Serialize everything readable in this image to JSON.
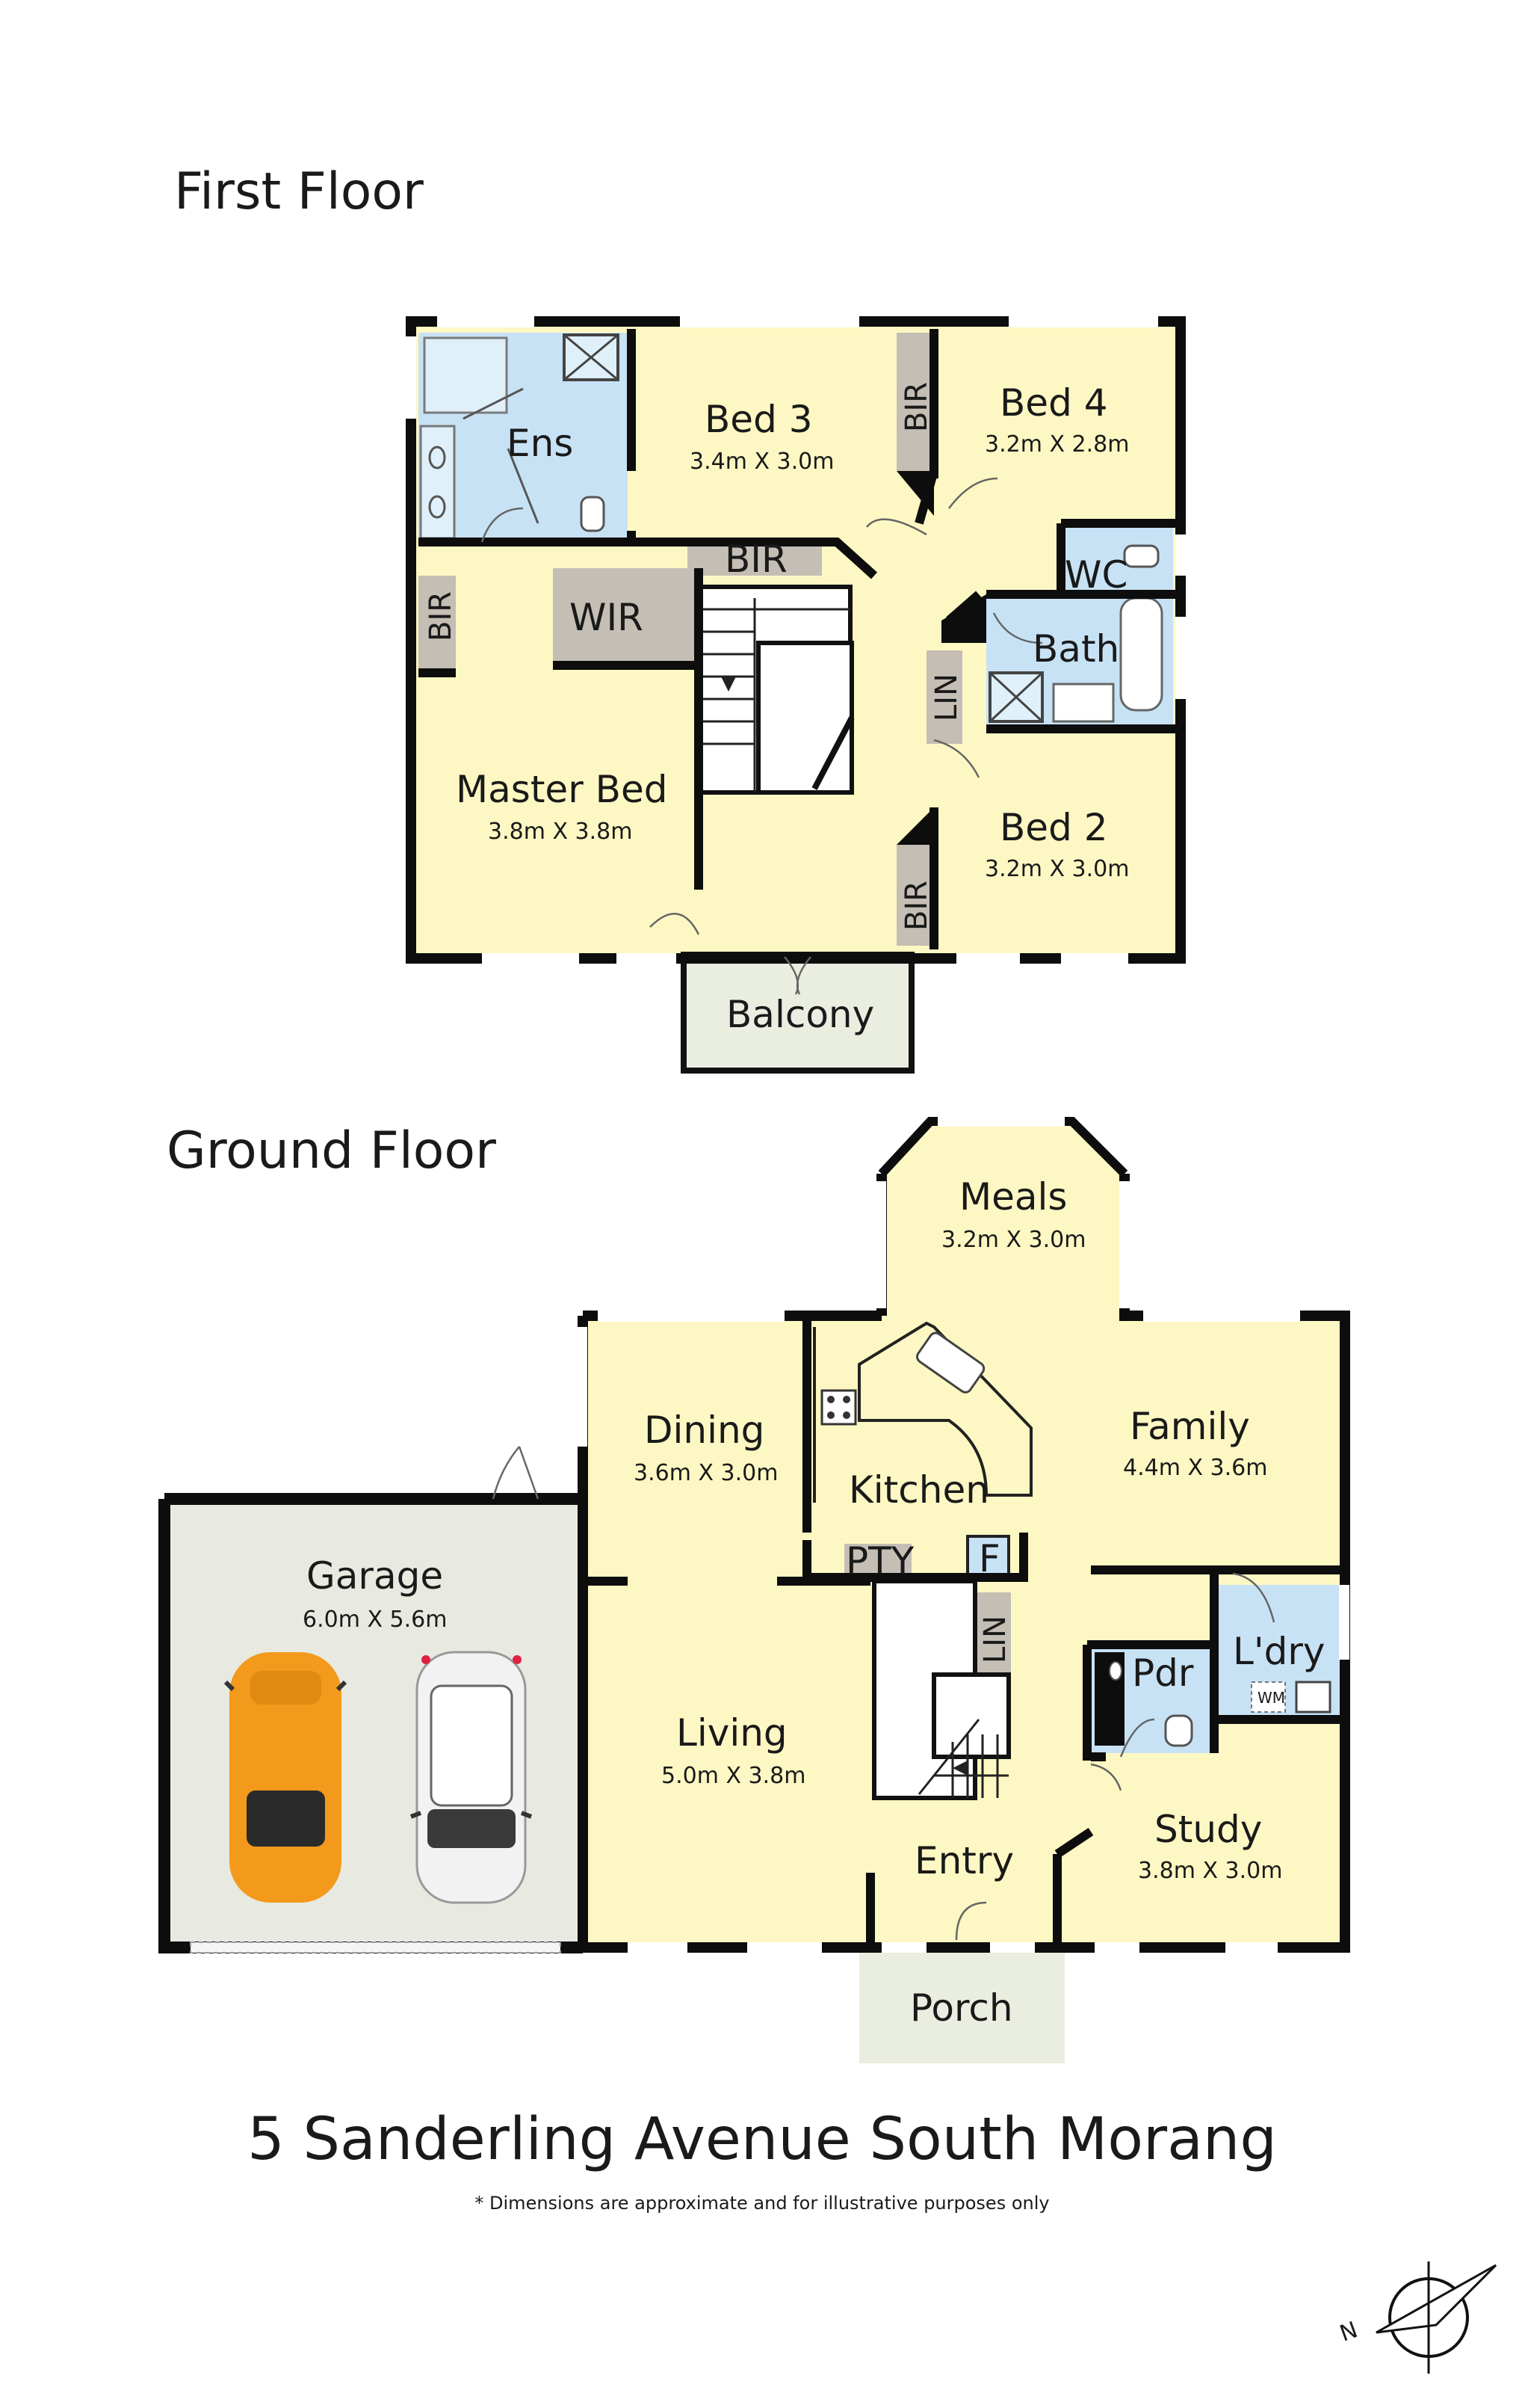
{
  "floors": {
    "first": {
      "heading": "First Floor"
    },
    "ground": {
      "heading": "Ground Floor"
    }
  },
  "rooms": {
    "ens": {
      "name": "Ens"
    },
    "bed3": {
      "name": "Bed 3",
      "dim": "3.4m X 3.0m"
    },
    "bed4": {
      "name": "Bed 4",
      "dim": "3.2m X 2.8m"
    },
    "wc": {
      "name": "WC"
    },
    "bath": {
      "name": "Bath"
    },
    "wir": {
      "name": "WIR"
    },
    "master": {
      "name": "Master Bed",
      "dim": "3.8m X 3.8m"
    },
    "bed2": {
      "name": "Bed 2",
      "dim": "3.2m X 3.0m"
    },
    "balcony": {
      "name": "Balcony"
    },
    "meals": {
      "name": "Meals",
      "dim": "3.2m X 3.0m"
    },
    "dining": {
      "name": "Dining",
      "dim": "3.6m X 3.0m"
    },
    "kitchen": {
      "name": "Kitchen"
    },
    "family": {
      "name": "Family",
      "dim": "4.4m X 3.6m"
    },
    "garage": {
      "name": "Garage",
      "dim": "6.0m X 5.6m"
    },
    "living": {
      "name": "Living",
      "dim": "5.0m X 3.8m"
    },
    "ldry": {
      "name": "L'dry"
    },
    "pdr": {
      "name": "Pdr"
    },
    "study": {
      "name": "Study",
      "dim": "3.8m X 3.0m"
    },
    "entry": {
      "name": "Entry"
    },
    "porch": {
      "name": "Porch"
    }
  },
  "storage": {
    "bir_first_left": "BIR",
    "bir_first_top": "BIR",
    "bir_bed4": "BIR",
    "bir_bed2": "BIR",
    "lin_first": "LIN",
    "pty": "PTY",
    "fridge": "F",
    "lin_ground": "LIN",
    "wm": "WM"
  },
  "footer": {
    "address": "5 Sanderling Avenue South Morang",
    "disclaimer": "* Dimensions are approximate and for illustrative purposes only",
    "compass_label": "N"
  },
  "colors": {
    "room_fill": "#fdf8c3",
    "wet_fill": "#c8e2f5",
    "storage_fill": "#c4beb5",
    "outdoor_fill": "#eaeee1",
    "garage_fill": "#e8eae1",
    "wall": "#0d0d0d",
    "car_orange": "#f39a1c",
    "car_white": "#f2f2f2"
  }
}
